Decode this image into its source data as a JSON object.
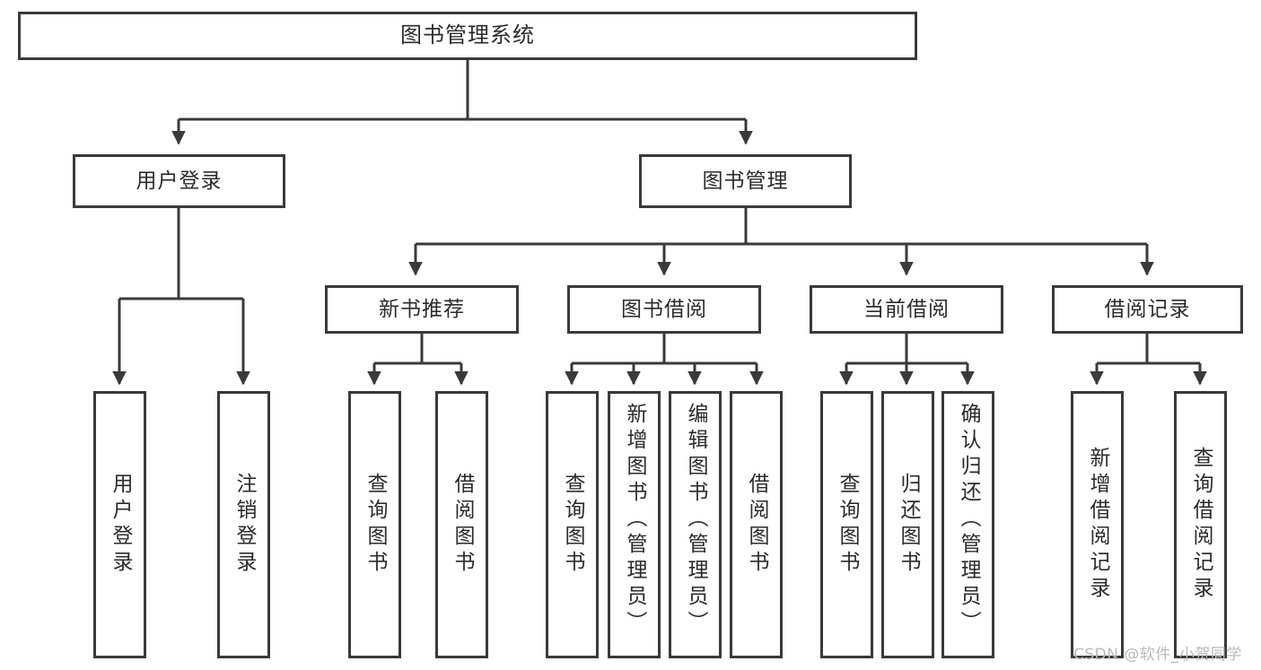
{
  "diagram": {
    "title": "图书管理系统",
    "type": "tree-hierarchy-diagram",
    "root": {
      "id": "root",
      "label": "图书管理系统"
    },
    "level2": [
      {
        "id": "user-login",
        "label": "用户登录"
      },
      {
        "id": "book-manage",
        "label": "图书管理"
      }
    ],
    "level3": [
      {
        "id": "new-book-recommend",
        "label": "新书推荐"
      },
      {
        "id": "book-borrow",
        "label": "图书借阅"
      },
      {
        "id": "current-borrow",
        "label": "当前借阅"
      },
      {
        "id": "borrow-record",
        "label": "借阅记录"
      }
    ],
    "leaves": {
      "user-login": [
        {
          "id": "leaf-user-login",
          "label": "用户登录"
        },
        {
          "id": "leaf-logout-login",
          "label": "注销登录"
        }
      ],
      "new-book-recommend": [
        {
          "id": "leaf-query-book-1",
          "label": "查询图书"
        },
        {
          "id": "leaf-borrow-book-1",
          "label": "借阅图书"
        }
      ],
      "book-borrow": [
        {
          "id": "leaf-query-book-2",
          "label": "查询图书"
        },
        {
          "id": "leaf-add-book",
          "label": "新增图书（管理员）"
        },
        {
          "id": "leaf-edit-book",
          "label": "编辑图书（管理员）"
        },
        {
          "id": "leaf-borrow-book-2",
          "label": "借阅图书"
        }
      ],
      "current-borrow": [
        {
          "id": "leaf-query-book-3",
          "label": "查询图书"
        },
        {
          "id": "leaf-return-book",
          "label": "归还图书"
        },
        {
          "id": "leaf-confirm-return",
          "label": "确认归还（管理员）"
        }
      ],
      "borrow-record": [
        {
          "id": "leaf-add-record",
          "label": "新增借阅记录"
        },
        {
          "id": "leaf-query-record",
          "label": "查询借阅记录"
        }
      ]
    }
  },
  "watermark": {
    "text": "CSDN @软件_小贺同学"
  },
  "colors": {
    "stroke": "#3a3a3a",
    "background": "#ffffff",
    "text": "#2b2b2b",
    "watermark": "#b9b9b9"
  }
}
